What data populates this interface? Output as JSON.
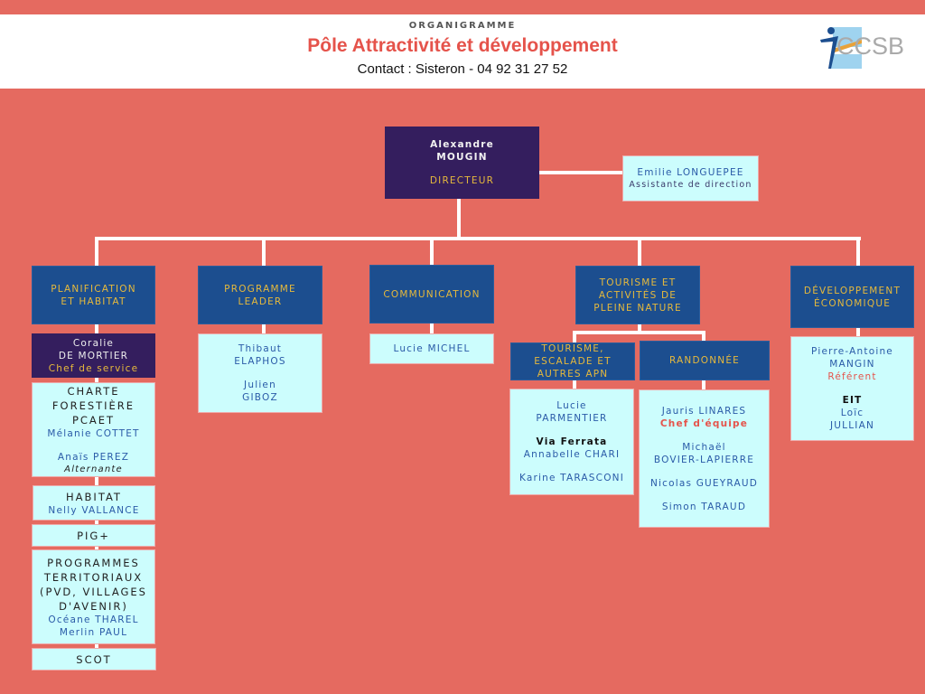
{
  "header": {
    "kicker": "ORGANIGRAMME",
    "title": "Pôle Attractivité et développement",
    "contact": "Contact  : Sisteron - 04 92 31 27 52",
    "logo_text": "CCSB"
  },
  "colors": {
    "background": "#E56A60",
    "dept": "#1C4E8F",
    "director": "#341E5E",
    "gold": "#E6B93C",
    "person": "#CCFDFD"
  },
  "boxes": {
    "director": [
      {
        "t": "Alexandre",
        "s": "white"
      },
      {
        "t": "MOUGIN",
        "s": "white"
      },
      {
        "t": "",
        "s": "gap"
      },
      {
        "t": "DIRECTEUR",
        "s": "gold"
      }
    ],
    "assistant": [
      {
        "t": "Emilie LONGUEPEE",
        "s": ""
      },
      {
        "t": "Assistante de direction",
        "s": "sub"
      }
    ],
    "planif": [
      {
        "t": "PLANIFICATION",
        "s": ""
      },
      {
        "t": "ET HABITAT",
        "s": ""
      }
    ],
    "leader": [
      {
        "t": "PROGRAMME",
        "s": ""
      },
      {
        "t": "LEADER",
        "s": ""
      }
    ],
    "comm": [
      {
        "t": "COMMUNICATION",
        "s": ""
      }
    ],
    "tourisme": [
      {
        "t": "TOURISME ET",
        "s": ""
      },
      {
        "t": "ACTIVITÉS DE",
        "s": ""
      },
      {
        "t": "PLEINE NATURE",
        "s": ""
      }
    ],
    "dev": [
      {
        "t": "DÉVELOPPEMENT",
        "s": ""
      },
      {
        "t": "ÉCONOMIQUE",
        "s": ""
      }
    ],
    "coralie": [
      {
        "t": "Coralie",
        "s": "white2"
      },
      {
        "t": "DE MORTIER",
        "s": "white2"
      },
      {
        "t": "Chef de service",
        "s": "gold"
      }
    ],
    "charte": [
      {
        "t": "CHARTE",
        "s": "dark"
      },
      {
        "t": "FORESTIÈRE",
        "s": "dark"
      },
      {
        "t": "PCAET",
        "s": "dark"
      },
      {
        "t": "Mélanie COTTET",
        "s": ""
      },
      {
        "t": "",
        "s": "gap"
      },
      {
        "t": "Anaïs PEREZ",
        "s": ""
      },
      {
        "t": "Alternante",
        "s": "it"
      }
    ],
    "habitat": [
      {
        "t": "HABITAT",
        "s": "dark"
      },
      {
        "t": "Nelly VALLANCE",
        "s": ""
      }
    ],
    "pig": [
      {
        "t": "PIG+",
        "s": "dark"
      }
    ],
    "prog": [
      {
        "t": "PROGRAMMES",
        "s": "dark"
      },
      {
        "t": "TERRITORIAUX",
        "s": "dark"
      },
      {
        "t": "(PVD, VILLAGES",
        "s": "dark"
      },
      {
        "t": "D'AVENIR)",
        "s": "dark"
      },
      {
        "t": "Océane THAREL",
        "s": ""
      },
      {
        "t": "Merlin PAUL",
        "s": ""
      }
    ],
    "scot": [
      {
        "t": "SCOT",
        "s": "dark"
      }
    ],
    "leader_people": [
      {
        "t": "Thibaut",
        "s": ""
      },
      {
        "t": "ELAPHOS",
        "s": ""
      },
      {
        "t": "",
        "s": "gap"
      },
      {
        "t": "Julien",
        "s": ""
      },
      {
        "t": "GIBOZ",
        "s": ""
      }
    ],
    "comm_people": [
      {
        "t": "Lucie MICHEL",
        "s": ""
      }
    ],
    "escalade": [
      {
        "t": "TOURISME,",
        "s": ""
      },
      {
        "t": "ESCALADE ET",
        "s": ""
      },
      {
        "t": "AUTRES APN",
        "s": ""
      }
    ],
    "rando": [
      {
        "t": "RANDONNÉE",
        "s": ""
      }
    ],
    "escalade_people": [
      {
        "t": "Lucie",
        "s": ""
      },
      {
        "t": "PARMENTIER",
        "s": ""
      },
      {
        "t": "",
        "s": "gap"
      },
      {
        "t": "Via Ferrata",
        "s": "bold"
      },
      {
        "t": "Annabelle CHARI",
        "s": ""
      },
      {
        "t": "",
        "s": "gap"
      },
      {
        "t": "Karine TARASCONI",
        "s": ""
      }
    ],
    "rando_people": [
      {
        "t": "Jauris LINARES",
        "s": ""
      },
      {
        "t": "Chef d'équipe",
        "s": "red2"
      },
      {
        "t": "",
        "s": "gap"
      },
      {
        "t": "Michaël",
        "s": ""
      },
      {
        "t": "BOVIER-LAPIERRE",
        "s": ""
      },
      {
        "t": "",
        "s": "gap"
      },
      {
        "t": "Nicolas GUEYRAUD",
        "s": ""
      },
      {
        "t": "",
        "s": "gap"
      },
      {
        "t": "Simon TARAUD",
        "s": ""
      }
    ],
    "dev_people": [
      {
        "t": "Pierre-Antoine",
        "s": ""
      },
      {
        "t": "MANGIN",
        "s": ""
      },
      {
        "t": "Référent",
        "s": "red"
      },
      {
        "t": "",
        "s": "gap"
      },
      {
        "t": "EIT",
        "s": "bold"
      },
      {
        "t": "Loïc",
        "s": ""
      },
      {
        "t": "JULLIAN",
        "s": ""
      }
    ]
  }
}
